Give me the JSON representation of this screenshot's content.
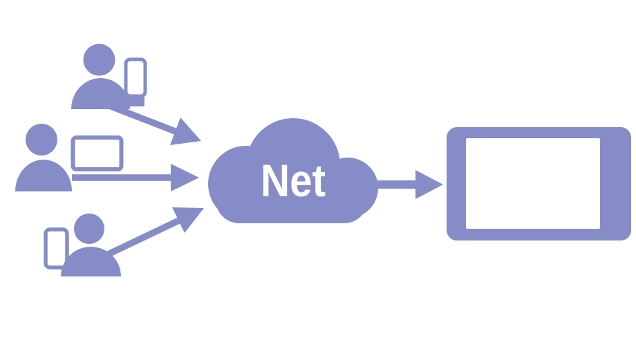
{
  "diagram": {
    "cloud_label": "Net",
    "colors": {
      "accent": "#858CC8",
      "background": "#FFFFFF",
      "label_text": "#FFFFFF"
    },
    "nodes": [
      {
        "id": "user-phone-top",
        "type": "user-with-smartphone"
      },
      {
        "id": "user-laptop-middle",
        "type": "user-with-laptop"
      },
      {
        "id": "user-phone-bottom",
        "type": "user-with-smartphone"
      },
      {
        "id": "network-cloud",
        "type": "cloud",
        "label": "Net"
      },
      {
        "id": "display",
        "type": "tablet-display"
      }
    ],
    "edges": [
      {
        "from": "user-phone-top",
        "to": "network-cloud"
      },
      {
        "from": "user-laptop-middle",
        "to": "network-cloud"
      },
      {
        "from": "user-phone-bottom",
        "to": "network-cloud"
      },
      {
        "from": "network-cloud",
        "to": "display"
      }
    ]
  }
}
